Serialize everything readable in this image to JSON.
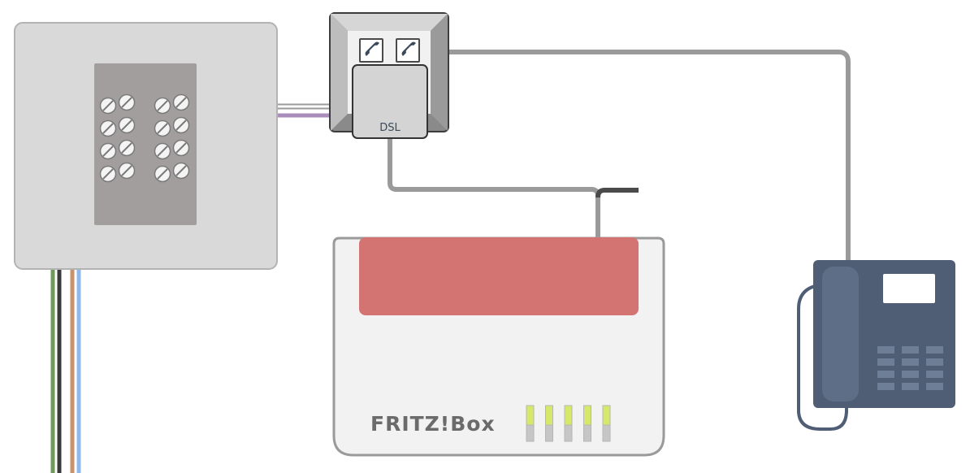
{
  "diagram": {
    "splitter": {
      "port_label": "DSL",
      "phone_port_icon": "phone-handset-icon"
    },
    "router": {
      "brand": "FRITZ!Box",
      "led_count": 5
    },
    "colors": {
      "wall_plate": "#d9d9d9",
      "terminal_block": "#a39e9e",
      "cable_gray": "#9a9a9a",
      "cable_dark": "#4a4a4a",
      "wire_green": "#6f9a5a",
      "wire_black": "#3a3a3a",
      "wire_brown": "#c8926a",
      "wire_blue": "#8fb8ee",
      "wire_purple": "#a98dbb",
      "router_panel": "#d47472",
      "router_body": "#f2f2f2",
      "led_on": "#d6e86a",
      "phone_body": "#4f5d75",
      "phone_display": "#ffffff"
    }
  }
}
